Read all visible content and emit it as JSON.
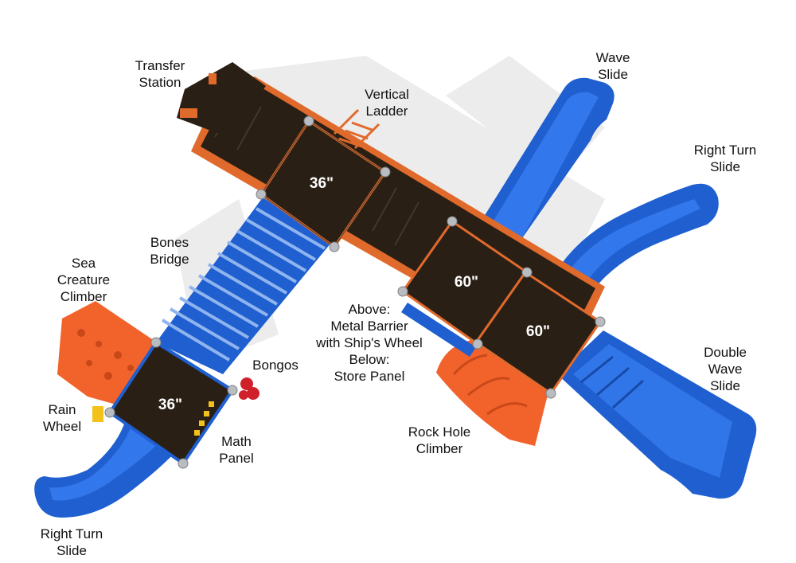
{
  "colors": {
    "deck": "#2a1f15",
    "deck_edge": "#3b2c1f",
    "frame": "#e06a2c",
    "slide_blue": "#1f5fd0",
    "slide_light": "#3b82f6",
    "climber_orange": "#f2632c",
    "bongo_red": "#d0202a",
    "panel_yellow": "#f2c21b",
    "post_cap": "#b9bcc0",
    "shadow": "#d9d9d9"
  },
  "labels": {
    "transfer_station": "Transfer\nStation",
    "vertical_ladder": "Vertical\nLadder",
    "wave_slide": "Wave\nSlide",
    "right_turn_slide_right": "Right Turn\nSlide",
    "bones_bridge": "Bones\nBridge",
    "sea_creature_climber": "Sea\nCreature\nClimber",
    "above_below": "Above:\nMetal Barrier\nwith Ship's Wheel\nBelow:\nStore Panel",
    "double_wave_slide": "Double\nWave\nSlide",
    "bongos": "Bongos",
    "rain_wheel": "Rain\nWheel",
    "math_panel": "Math\nPanel",
    "rock_hole_climber": "Rock Hole\nClimber",
    "right_turn_slide_left": "Right Turn\nSlide"
  },
  "deck_heights": {
    "upper_deck": "36\"",
    "middle_deck": "60\"",
    "end_deck": "60\"",
    "lower_deck": "36\""
  }
}
